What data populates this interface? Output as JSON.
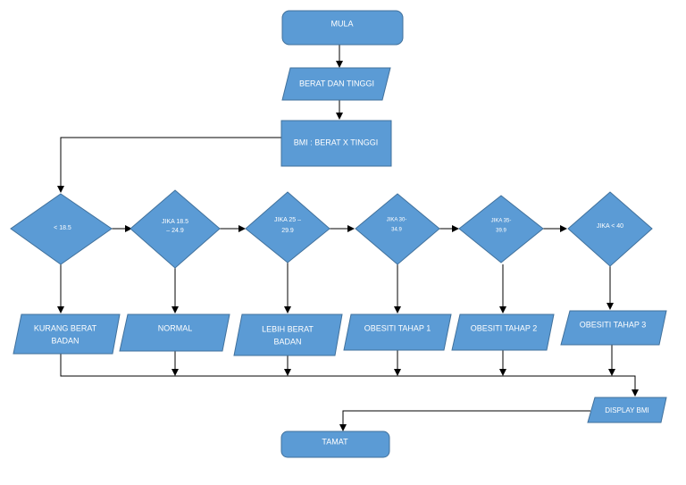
{
  "nodes": {
    "start": "MULA",
    "input": "BERAT DAN TINGGI",
    "process": "BMI : BERAT X TINGGI",
    "cond1": "< 18.5",
    "cond2_l1": "JIKA 18.5",
    "cond2_l2": "– 24.9",
    "cond3_l1": "JIKA 25 –",
    "cond3_l2": "29.9",
    "cond4_l1": "JIKA 30-",
    "cond4_l2": "34.9",
    "cond5_l1": "JIKA 35-",
    "cond5_l2": "39.9",
    "cond6": "JIKA < 40",
    "out1_l1": "KURANG BERAT",
    "out1_l2": "BADAN",
    "out2": "NORMAL",
    "out3_l1": "LEBIH BERAT",
    "out3_l2": "BADAN",
    "out4": "OBESITI TAHAP 1",
    "out5": "OBESITI TAHAP 2",
    "out6": "OBESITI TAHAP 3",
    "display": "DISPLAY BMI",
    "end": "TAMAT"
  },
  "colors": {
    "fill": "#5b9bd5",
    "stroke": "#41719c",
    "text": "#ffffff",
    "connector": "#000000"
  }
}
